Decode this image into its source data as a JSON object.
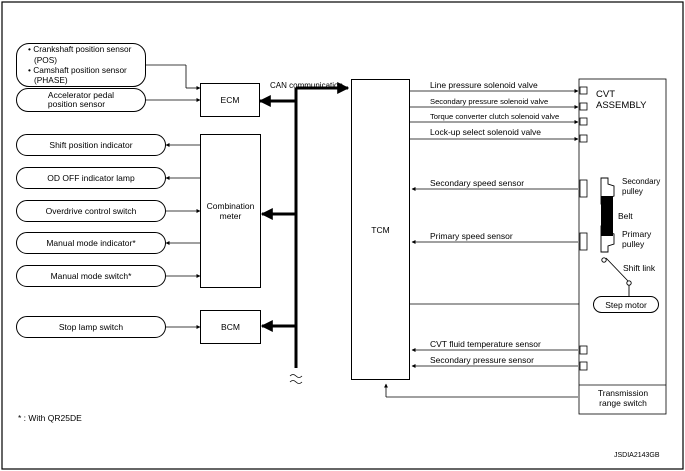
{
  "diagram": {
    "inputs": {
      "crank_cam_line1": "• Crankshaft position sensor",
      "crank_cam_line2": "(POS)",
      "crank_cam_line3": "• Camshaft position sensor",
      "crank_cam_line4": "(PHASE)",
      "accel_line1": "Accelerator pedal",
      "accel_line2": "position sensor",
      "shift_pos_indicator": "Shift position indicator",
      "od_off_lamp": "OD OFF indicator lamp",
      "overdrive_switch": "Overdrive control switch",
      "manual_mode_indicator": "Manual mode indicator*",
      "manual_mode_switch": "Manual mode switch*",
      "stop_lamp_switch": "Stop lamp switch"
    },
    "units": {
      "ecm": "ECM",
      "combination_meter_line1": "Combination",
      "combination_meter_line2": "meter",
      "bcm": "BCM",
      "tcm": "TCM"
    },
    "can_label": "CAN communication",
    "signals": {
      "line_pressure_valve": "Line pressure solenoid valve",
      "secondary_pressure_valve": "Secondary pressure solenoid valve",
      "torque_converter_valve": "Torque converter clutch solenoid valve",
      "lockup_select_valve": "Lock-up select solenoid valve",
      "secondary_speed_sensor": "Secondary speed sensor",
      "primary_speed_sensor": "Primary speed sensor",
      "cvt_fluid_temp_sensor": "CVT fluid temperature sensor",
      "secondary_pressure_sensor": "Secondary pressure sensor"
    },
    "cvt_assembly": {
      "title_line1": "CVT",
      "title_line2": "ASSEMBLY",
      "secondary_pulley_line1": "Secondary",
      "secondary_pulley_line2": "pulley",
      "belt": "Belt",
      "primary_pulley_line1": "Primary",
      "primary_pulley_line2": "pulley",
      "shift_link": "Shift link",
      "step_motor": "Step motor",
      "range_switch_line1": "Transmission",
      "range_switch_line2": "range switch"
    },
    "footnote": "* : With QR25DE",
    "figure_id": "JSDIA2143GB"
  }
}
